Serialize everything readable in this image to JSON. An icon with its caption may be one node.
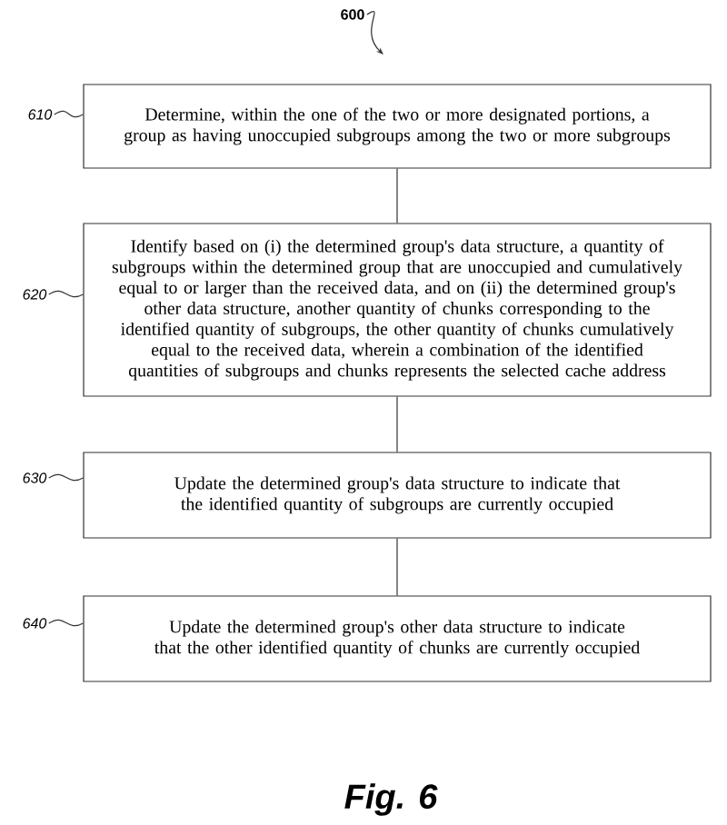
{
  "diagram": {
    "nodes": [
      {
        "text": [
          "600"
        ]
      },
      {
        "text": [
          "610"
        ]
      },
      {
        "text": [
          "Determine, within the one of the two or more designated portions, a group as having unoccupied subgroups among the two or more subgroups"
        ]
      },
      {
        "text": [
          "620"
        ]
      },
      {
        "text": [
          "Identify based on (i) the determined group's data structure, a quantity of subgroups within the determined group that are unoccupied and cumulatively equal to or larger than the received data, and on (ii) the determined group's other data structure, another quantity of chunks corresponding to the identified quantity of subgroups, the other quantity of chunks cumulatively equal to the received data, wherein a combination of the identified quantities of subgroups and chunks represents the selected cache address"
        ]
      },
      {
        "text": [
          "630"
        ]
      },
      {
        "text": [
          "Update the determined group's data structure to indicate that the identified quantity of subgroups are currently occupied"
        ]
      },
      {
        "text": [
          "640"
        ]
      },
      {
        "text": [
          "Update the determined group's other data structure to indicate that the other identified quantity of chunks are currently occupied"
        ]
      }
    ],
    "edges": [
      {
        "from": 0,
        "to": null,
        "arrow": "to"
      },
      {
        "from": 1,
        "to": 2,
        "arrow": "none"
      },
      {
        "from": 3,
        "to": 4,
        "arrow": "none"
      },
      {
        "from": 5,
        "to": 6,
        "arrow": "none"
      },
      {
        "from": 7,
        "to": 8,
        "arrow": "none"
      },
      {
        "from": 2,
        "to": 4,
        "arrow": "none"
      },
      {
        "from": 4,
        "to": 6,
        "arrow": "none"
      },
      {
        "from": 6,
        "to": 8,
        "arrow": "none"
      }
    ],
    "caption": "Fig. 6"
  }
}
